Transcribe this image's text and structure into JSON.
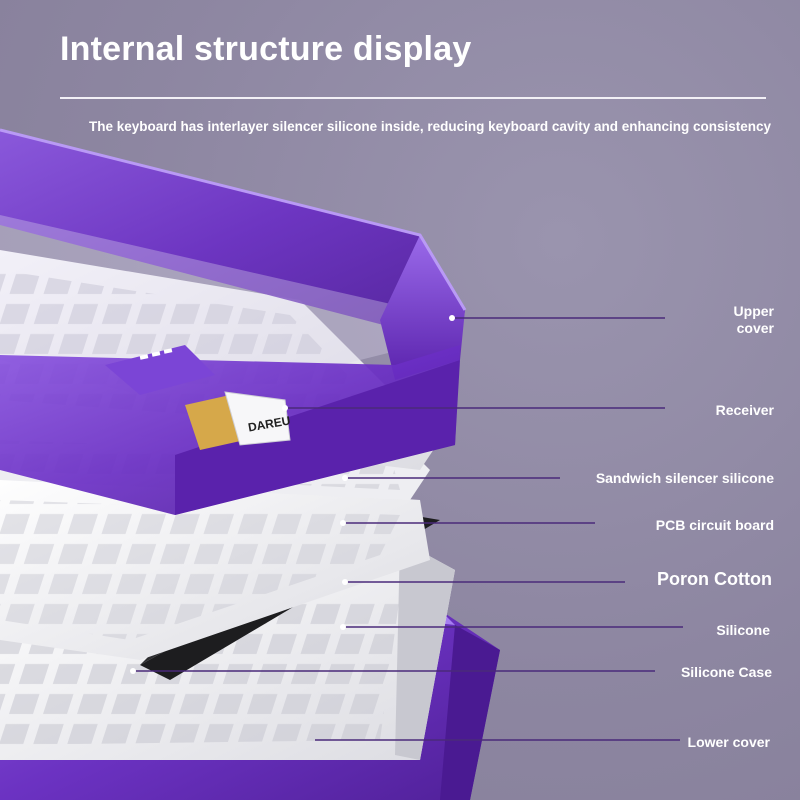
{
  "header": {
    "title": "Internal structure display",
    "subtitle": "The keyboard has interlayer silencer silicone inside, reducing keyboard cavity and enhancing consistency"
  },
  "receiver": {
    "brand": "DAREU"
  },
  "callouts": [
    {
      "id": "upper-cover",
      "label": "Upper\ncover"
    },
    {
      "id": "receiver",
      "label": "Receiver"
    },
    {
      "id": "sandwich",
      "label": "Sandwich silencer silicone"
    },
    {
      "id": "pcb",
      "label": "PCB circuit board"
    },
    {
      "id": "poron",
      "label": "Poron Cotton"
    },
    {
      "id": "silicone",
      "label": "Silicone"
    },
    {
      "id": "silicone-case",
      "label": "Silicone Case"
    },
    {
      "id": "lower-cover",
      "label": "Lower cover"
    }
  ],
  "colors": {
    "background": "#8f89a3",
    "case_purple": "#6a2fc2",
    "leader_line": "#4a2a7a",
    "plate_white": "#f4f4f6",
    "pcb_black": "#1d1d1f"
  }
}
